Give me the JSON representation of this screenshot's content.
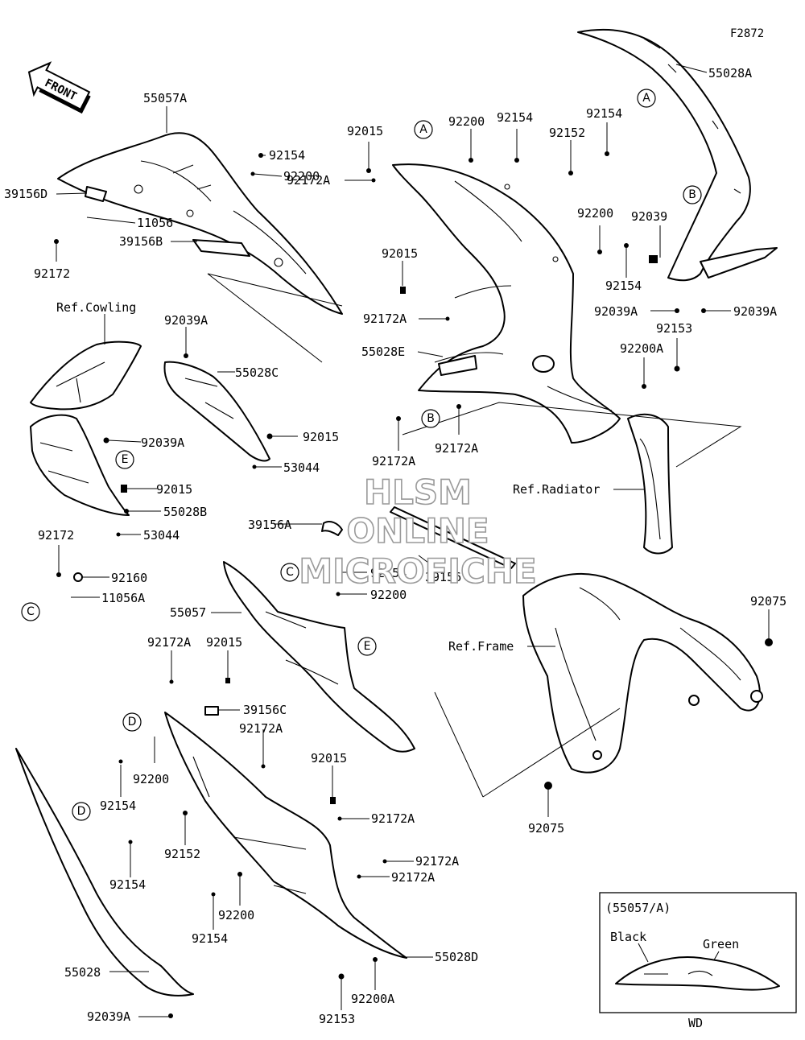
{
  "figure_id": "F2872",
  "front_label": "FRONT",
  "watermark": [
    "HLSM",
    "ONLINE",
    "MICROFICHE"
  ],
  "part_labels": {
    "p55057A": "55057A",
    "p39156D": "39156D",
    "p11056": "11056",
    "p92172_a": "92172",
    "p39156B": "39156B",
    "p92154_a": "92154",
    "p92200_a": "92200",
    "p92015_a": "92015",
    "p92200_b": "92200",
    "p92154_b": "92154",
    "p92152_a": "92152",
    "p92154_c": "92154",
    "p92172A_a": "92172A",
    "p55028A": "55028A",
    "p92015_b": "92015",
    "p92200_c": "92200",
    "p92039": "92039",
    "p92154_d": "92154",
    "p92172A_b": "92172A",
    "p92039A_a": "92039A",
    "p92039A_b": "92039A",
    "p92153_a": "92153",
    "p55028E": "55028E",
    "p92200A_a": "92200A",
    "p92172A_c": "92172A",
    "p92172A_d": "92172A",
    "ref_cowling": "Ref.Cowling",
    "p92039A_c": "92039A",
    "p55028C": "55028C",
    "p92015_c": "92015",
    "p92039A_d": "92039A",
    "p53044_a": "53044",
    "p92015_d": "92015",
    "p55028B": "55028B",
    "p53044_b": "53044",
    "ref_radiator": "Ref.Radiator",
    "p39156A": "39156A",
    "p92154_e": "92154",
    "p39156": "39156",
    "p92200_d": "92200",
    "p92172_b": "92172",
    "p92160": "92160",
    "p11056A": "11056A",
    "p55057": "55057",
    "p92075_a": "92075",
    "ref_frame": "Ref.Frame",
    "p92172A_e": "92172A",
    "p92015_e": "92015",
    "p39156C": "39156C",
    "p92172A_f": "92172A",
    "p92200_e": "92200",
    "p92154_f": "92154",
    "p92015_f": "92015",
    "p92152_b": "92152",
    "p92154_g": "92154",
    "p92172A_g": "92172A",
    "p92200_f": "92200",
    "p92172A_h": "92172A",
    "p92172A_i": "92172A",
    "p92154_h": "92154",
    "p92075_b": "92075",
    "p55028D": "55028D",
    "p55028": "55028",
    "p92200A_b": "92200A",
    "p92039A_e": "92039A",
    "p92153_b": "92153"
  },
  "callouts": {
    "A1": "A",
    "A2": "A",
    "B1": "B",
    "B2": "B",
    "C1": "C",
    "C2": "C",
    "D1": "D",
    "D2": "D",
    "E1": "E",
    "E2": "E"
  },
  "inset": {
    "title": "(55057/A)",
    "color1": "Black",
    "color2": "Green",
    "code": "WD"
  }
}
